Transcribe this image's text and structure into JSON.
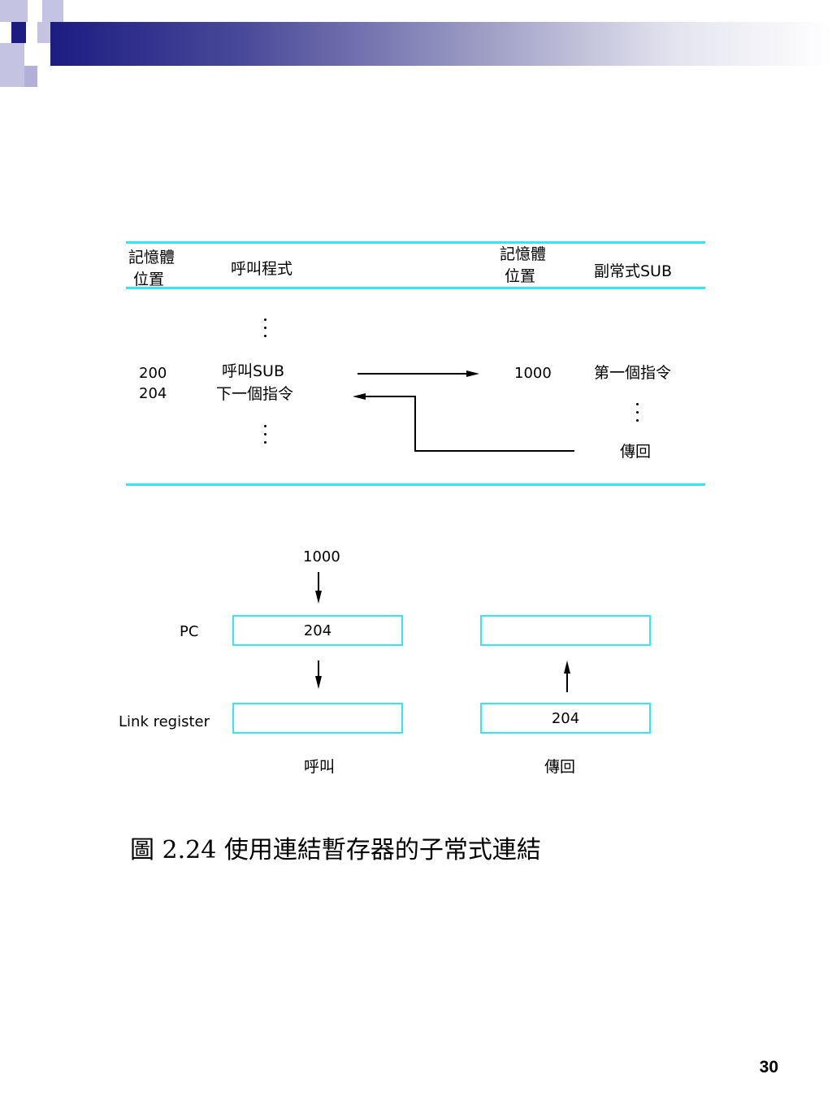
{
  "table": {
    "left_header_addr": [
      "記憶體",
      "位置"
    ],
    "left_header_prog": "呼叫程式",
    "right_header_addr": [
      "記憶體",
      "位置"
    ],
    "right_header_prog": "副常式SUB",
    "addr_200": "200",
    "addr_204": "204",
    "call_sub": "呼叫SUB",
    "next_instr": "下一個指令",
    "addr_1000": "1000",
    "first_instr": "第一個指令",
    "return_label": "傳回"
  },
  "registers": {
    "input_value": "1000",
    "pc_label": "PC",
    "link_label": "Link register",
    "pc_call_value": "204",
    "link_call_value": "",
    "pc_return_value": "",
    "link_return_value": "204",
    "call_label": "呼叫",
    "return_label": "傳回"
  },
  "caption": "圖 2.24  使用連結暫存器的子常式連結",
  "page_number": "30",
  "colors": {
    "accent_cyan": "#33e6f0",
    "header_navy": "#1c1c82",
    "header_light": "#b8b8dc"
  }
}
